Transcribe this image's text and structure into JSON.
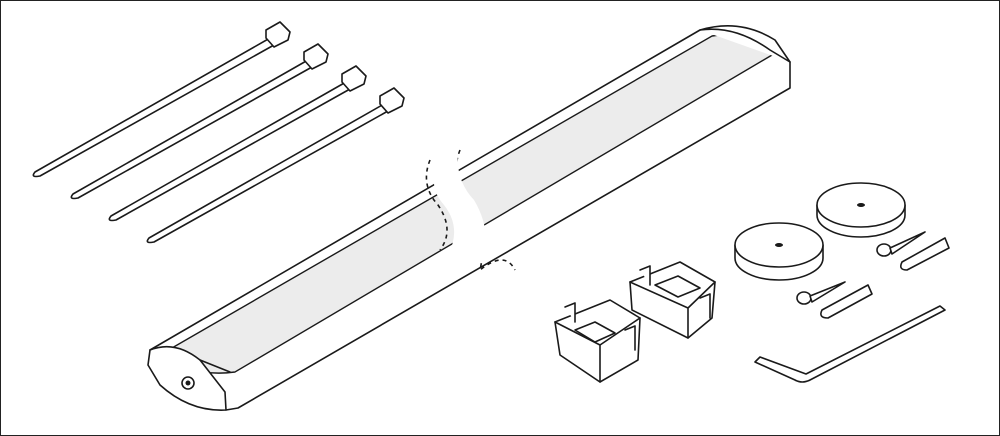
{
  "colors": {
    "line": "#1a1a1a",
    "diffuser": "#ececec",
    "background": "#ffffff"
  },
  "parts": {
    "cable_ties": 4,
    "wall_brackets": 2,
    "mounting_discs": 2,
    "screws": 2,
    "wall_plugs": 2,
    "hex_keys": 1
  }
}
